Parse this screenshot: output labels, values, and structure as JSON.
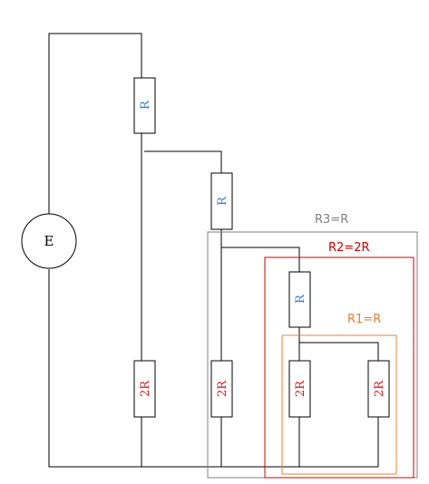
{
  "source": {
    "label": "E"
  },
  "resistors": {
    "r_top": "R",
    "r_mid": "R",
    "r_inner": "R",
    "r_2r_1": "2R",
    "r_2r_2": "2R",
    "r_2r_3": "2R",
    "r_2r_4": "2R"
  },
  "boxes": {
    "r3": {
      "label": "R3=R",
      "color": "#808080"
    },
    "r2": {
      "label": "R2=2R",
      "color": "#cc0000"
    },
    "r1": {
      "label": "R1=R",
      "color": "#e8803a"
    }
  }
}
